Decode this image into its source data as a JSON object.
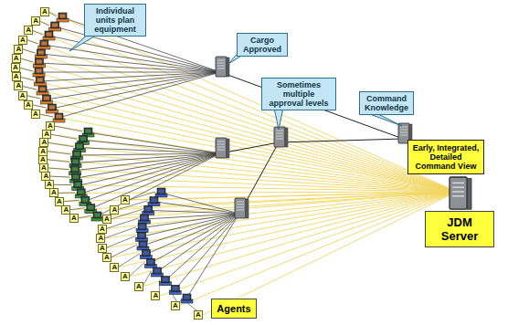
{
  "diagram": {
    "nodes": [
      {
        "text": [
          "Individual units plan equipment"
        ]
      },
      {
        "text": [
          "Cargo Approved"
        ]
      },
      {
        "text": [
          "Sometimes multiple approval levels"
        ]
      },
      {
        "text": [
          "Command Knowledge"
        ]
      },
      {
        "text": [
          "Early, Integrated, Detailed Command View"
        ]
      },
      {
        "text": [
          "JDM Server"
        ]
      },
      {
        "text": [
          "Agents"
        ]
      },
      {
        "text": [
          "A"
        ]
      },
      {
        "text": [
          "A"
        ]
      },
      {
        "text": [
          "A"
        ]
      },
      {
        "text": [
          "A"
        ]
      },
      {
        "text": [
          "A"
        ]
      },
      {
        "text": [
          "A"
        ]
      },
      {
        "text": [
          "A"
        ]
      },
      {
        "text": [
          "A"
        ]
      },
      {
        "text": [
          "A"
        ]
      },
      {
        "text": [
          "A"
        ]
      },
      {
        "text": [
          "A"
        ]
      },
      {
        "text": [
          "A"
        ]
      },
      {
        "text": [
          "A"
        ]
      },
      {
        "text": [
          "A"
        ]
      },
      {
        "text": [
          "A"
        ]
      },
      {
        "text": [
          "A"
        ]
      },
      {
        "text": [
          "A"
        ]
      },
      {
        "text": [
          "A"
        ]
      },
      {
        "text": [
          "A"
        ]
      },
      {
        "text": [
          "A"
        ]
      },
      {
        "text": [
          "A"
        ]
      },
      {
        "text": [
          "A"
        ]
      },
      {
        "text": [
          "A"
        ]
      },
      {
        "text": [
          "A"
        ]
      },
      {
        "text": [
          "A"
        ]
      },
      {
        "text": [
          "A"
        ]
      },
      {
        "text": [
          "A"
        ]
      },
      {
        "text": [
          "A"
        ]
      },
      {
        "text": [
          "A"
        ]
      },
      {
        "text": [
          "A"
        ]
      },
      {
        "text": [
          "A"
        ]
      },
      {
        "text": [
          "A"
        ]
      },
      {
        "text": [
          "A"
        ]
      },
      {
        "text": [
          "A"
        ]
      },
      {
        "text": [
          "A"
        ]
      },
      {
        "text": [
          "A"
        ]
      },
      {
        "text": [
          "A"
        ]
      }
    ]
  }
}
